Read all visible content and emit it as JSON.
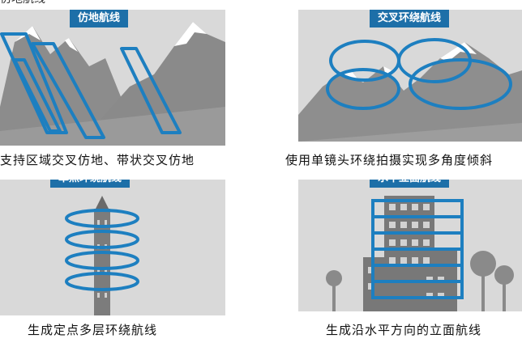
{
  "corner_fragment": "仿地航线",
  "panels": [
    {
      "title": "仿地航线",
      "caption": "支持区域交叉仿地、带状交叉仿地"
    },
    {
      "title": "交叉环绕航线",
      "caption": "使用单镜头环绕拍摄实现多角度倾斜"
    },
    {
      "title": "单点环绕航线",
      "caption": "生成定点多层环绕航线"
    },
    {
      "title": "水平立面航线",
      "caption": "生成沿水平方向的立面航线"
    }
  ],
  "colors": {
    "route": "#1d7fc0",
    "badge": "#1d6fa8",
    "mountain": "#8f8f8f",
    "panel_bg": "#d6d6d6"
  }
}
